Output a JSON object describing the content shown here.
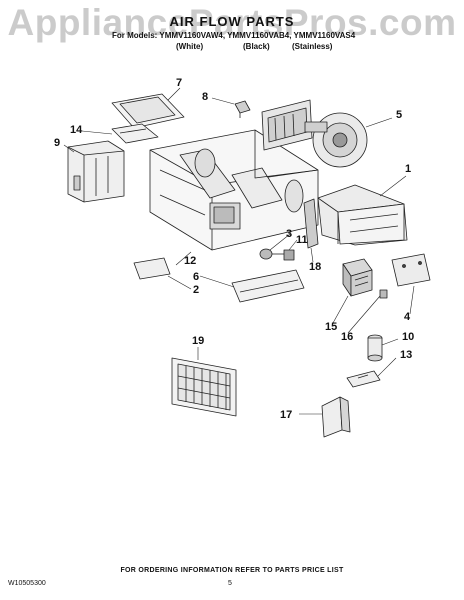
{
  "watermark": "AppliancePartsPros.com",
  "header": {
    "title": "AIR FLOW PARTS",
    "models": "For Models: YMMV1160VAW4, YMMV1160VAB4, YMMV1160VAS4",
    "colors": [
      "(White)",
      "(Black)",
      "(Stainless)"
    ]
  },
  "callouts": [
    "1",
    "2",
    "3",
    "4",
    "5",
    "6",
    "7",
    "8",
    "9",
    "10",
    "11",
    "12",
    "13",
    "14",
    "15",
    "16",
    "17",
    "18",
    "19"
  ],
  "footer": {
    "ordering_note": "FOR ORDERING INFORMATION REFER TO PARTS PRICE LIST",
    "doc_number": "W10505300",
    "page_number": "5"
  }
}
